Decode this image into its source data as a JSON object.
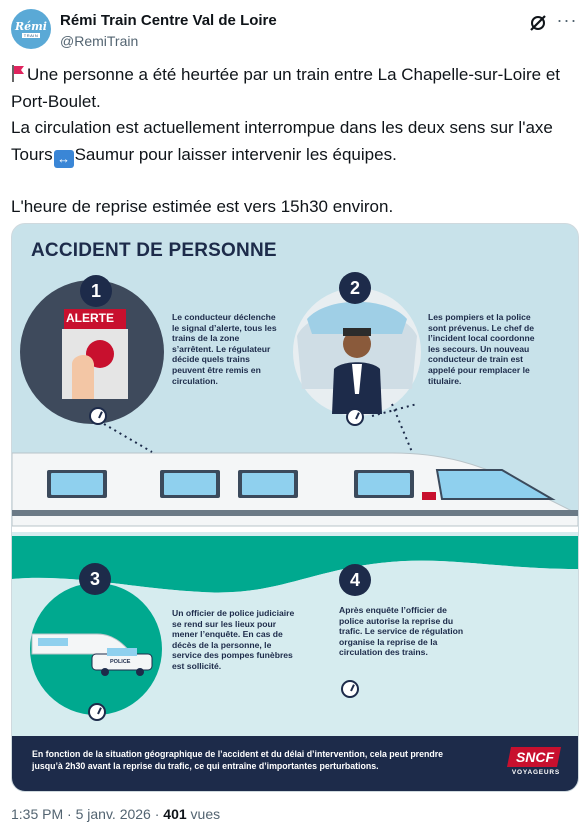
{
  "author": {
    "avatar_text": "Rémi",
    "avatar_subtext": "TRAIN",
    "name": "Rémi Train Centre Val de Loire",
    "handle": "@RemiTrain"
  },
  "tweet": {
    "line1": "Une personne a été heurtée par un train entre La Chapelle-sur-Loire et Port-Boulet.",
    "line2_a": "La circulation est actuellement interrompue dans les deux sens sur l'axe Tours",
    "line2_b": "Saumur pour laisser intervenir les équipes.",
    "line3": "L'heure de reprise estimée est vers 15h30 environ."
  },
  "infographic": {
    "title": "ACCIDENT DE PERSONNE",
    "alert_label": "ALERTE",
    "police_label": "POLICE",
    "steps": [
      {
        "number": "1",
        "text": "Le conducteur déclenche le signal d’alerte, tous les trains de la zone s’arrêtent. Le régulateur décide quels trains peuvent être remis en circulation."
      },
      {
        "number": "2",
        "text": "Les pompiers et la police sont prévenus. Le chef de l’incident local coordonne les secours. Un nouveau conducteur de train est appelé pour remplacer le titulaire."
      },
      {
        "number": "3",
        "text": "Un officier de police judiciaire se rend sur les lieux pour mener l’enquête. En cas de décès de la personne, le service des pompes funèbres est sollicité."
      },
      {
        "number": "4",
        "text": "Après enquête l’officier de police autorise la reprise du trafic. Le service de régulation organise la reprise de la circulation des trains."
      }
    ],
    "banner_text": "En fonction de la situation géographique de l’accident et du délai d’intervention, cela peut prendre jusqu’à 2h30 avant la reprise du trafic, ce qui entraîne d’importantes perturbations.",
    "logo_text": "SNCF",
    "logo_subtext": "VOYAGEURS"
  },
  "meta": {
    "time": "1:35 PM",
    "separator": " · ",
    "date": "5 janv. 2026",
    "views_count": "401",
    "views_label": " vues"
  },
  "icons": {
    "flag": "red-flag-emoji",
    "arrow": "left-right-arrow-emoji",
    "grok": "grok-icon",
    "more": "more-icon"
  },
  "colors": {
    "navy": "#1d2b4a",
    "teal_band": "#00a98f",
    "sncf_red": "#c8102e"
  }
}
